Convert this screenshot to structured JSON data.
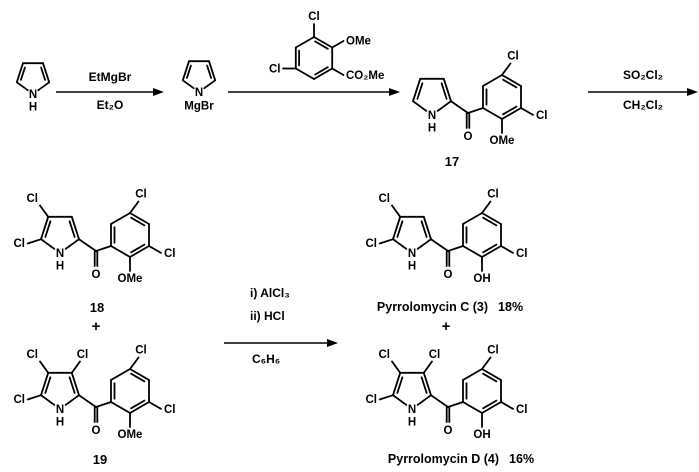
{
  "atoms": {
    "N": "N",
    "H": "H",
    "O": "O",
    "Cl": "Cl",
    "OMe": "OMe",
    "OH": "OH",
    "MgBr": "MgBr",
    "CO2Me": "CO₂Me"
  },
  "reagents": {
    "step1_above": "EtMgBr",
    "step1_below": "Et₂O",
    "step3_above": "SO₂Cl₂",
    "step3_below": "CH₂Cl₂",
    "step4_line1": "i) AlCl₃",
    "step4_line2": "ii) HCl",
    "step4_below": "C₆H₆"
  },
  "labels": {
    "c17": "17",
    "c18": "18",
    "c19": "19",
    "pmC_name": "Pyrrolomycin C (3)",
    "pmC_yield": "18%",
    "pmD_name": "Pyrrolomycin D (4)",
    "pmD_yield": "16%",
    "plus": "+"
  }
}
